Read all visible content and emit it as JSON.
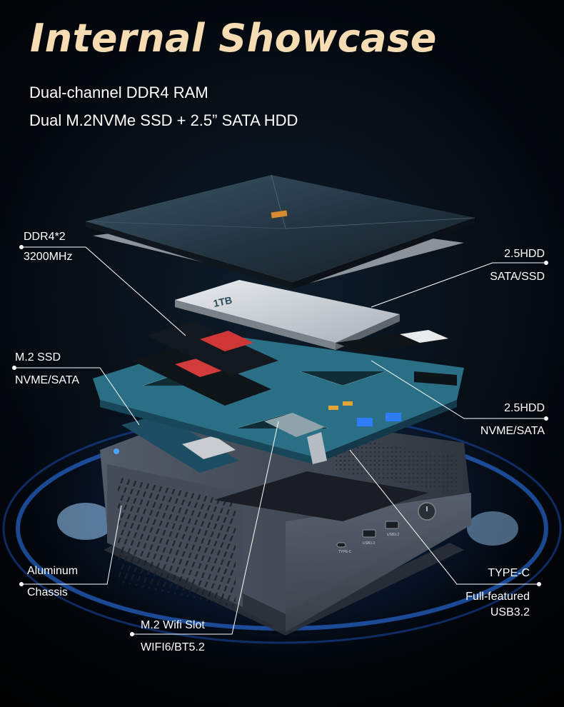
{
  "header": {
    "title": "Internal Showcase",
    "subtitle_1": "Dual-channel DDR4 RAM",
    "subtitle_2": "Dual M.2NVMe SSD + 2.5” SATA HDD"
  },
  "callouts": {
    "ddr4": {
      "line1": "DDR4*2",
      "line2": "3200MHz"
    },
    "m2_ssd": {
      "line1": "M.2 SSD",
      "line2": "NVME/SATA"
    },
    "aluminum": {
      "line1": "Aluminum",
      "line2": "Chassis"
    },
    "wifi": {
      "line1": "M.2 Wifi Slot",
      "line2": "WIFI6/BT5.2"
    },
    "hdd_sata": {
      "line1": "2.5HDD",
      "line2": "SATA/SSD"
    },
    "hdd_nvme": {
      "line1": "2.5HDD",
      "line2": "NVME/SATA"
    },
    "typec": {
      "line1": "TYPE-C",
      "line2": "Full-featured",
      "line3": "USB3.2"
    }
  },
  "product_text": {
    "hdd_capacity": "1TB",
    "port_typec": "TYPE-C",
    "port_usb_a": "USB3.2",
    "port_usb_b": "USB3.2"
  },
  "colors": {
    "title": "#f6dcb2",
    "text": "#ffffff",
    "glow": "#2a7bff",
    "pcb": "#2a6f86",
    "chassis": "#4a5360"
  }
}
